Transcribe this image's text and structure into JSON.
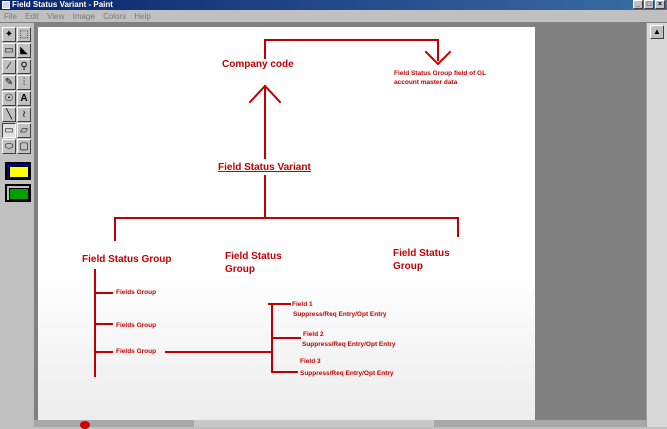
{
  "window": {
    "title": "Field Status Variant - Paint",
    "min_label": "_",
    "max_label": "□",
    "close_label": "×"
  },
  "menu": {
    "items": [
      "File",
      "Edit",
      "View",
      "Image",
      "Colors",
      "Help"
    ]
  },
  "toolbox": {
    "tools": [
      {
        "name": "free-form-select-icon",
        "glyph": "✦"
      },
      {
        "name": "rect-select-icon",
        "glyph": "⬚"
      },
      {
        "name": "eraser-icon",
        "glyph": "▭"
      },
      {
        "name": "fill-icon",
        "glyph": "◣"
      },
      {
        "name": "color-picker-icon",
        "glyph": "∕"
      },
      {
        "name": "magnifier-icon",
        "glyph": "⚲"
      },
      {
        "name": "pencil-icon",
        "glyph": "✎"
      },
      {
        "name": "brush-icon",
        "glyph": "⫶"
      },
      {
        "name": "airbrush-icon",
        "glyph": "☉"
      },
      {
        "name": "text-icon",
        "glyph": "A"
      },
      {
        "name": "line-icon",
        "glyph": "╲"
      },
      {
        "name": "curve-icon",
        "glyph": "≀"
      },
      {
        "name": "rectangle-icon",
        "glyph": "▭"
      },
      {
        "name": "polygon-icon",
        "glyph": "▱"
      },
      {
        "name": "ellipse-icon",
        "glyph": "⬭"
      },
      {
        "name": "rounded-rect-icon",
        "glyph": "▢"
      }
    ]
  },
  "diagram": {
    "company_code": "Company code",
    "gl_note_line1": "Field Status Group field of GL",
    "gl_note_line2": "account master data",
    "field_status_variant": "Field Status Variant",
    "fsg_left": "Field Status Group",
    "fsg_mid_line1": "Field Status",
    "fsg_mid_line2": "Group",
    "fsg_right_line1": "Field Status",
    "fsg_right_line2": "Group",
    "fields_group_1": "Fields Group",
    "fields_group_2": "Fields Group",
    "fields_group_3": "Fields Group",
    "field1_title": "Field 1",
    "field1_opts": "Suppress/Req Entry/Opt Entry",
    "field2_title": "Field 2",
    "field2_opts": "Suppress/Req Entry/Opt Entry",
    "field3_title": "Field 3",
    "field3_opts": "Suppress/Req Entry/Opt Entry"
  },
  "colors": {
    "ink": "#c00000",
    "canvas": "#ffffff",
    "workspace": "#808080"
  }
}
